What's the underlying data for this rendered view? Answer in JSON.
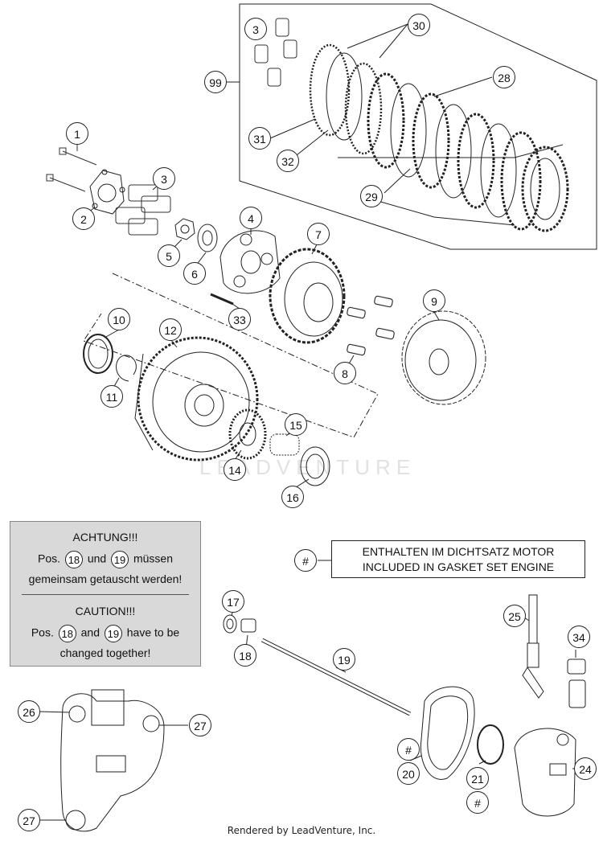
{
  "callouts": {
    "c1": "1",
    "c2": "2",
    "c3a": "3",
    "c3b": "3",
    "c4": "4",
    "c5": "5",
    "c6": "6",
    "c7": "7",
    "c8": "8",
    "c9": "9",
    "c10": "10",
    "c11": "11",
    "c12": "12",
    "c14": "14",
    "c15": "15",
    "c16": "16",
    "c17": "17",
    "c18": "18",
    "c19": "19",
    "c20": "20",
    "c21": "21",
    "c24": "24",
    "c25": "25",
    "c26": "26",
    "c27a": "27",
    "c27b": "27",
    "c28": "28",
    "c29": "29",
    "c30": "30",
    "c31": "31",
    "c32": "32",
    "c33": "33",
    "c34": "34",
    "c99": "99",
    "hash_box": "#",
    "hash_20": "#",
    "hash_21": "#"
  },
  "warning": {
    "title_de": "ACHTUNG!!!",
    "pos_de": "Pos.",
    "num_a": "18",
    "und": "und",
    "num_b": "19",
    "tail_de": "müssen",
    "line3_de": "gemeinsam getauscht werden!",
    "title_en": "CAUTION!!!",
    "pos_en": "Pos.",
    "and": "and",
    "tail_en": "have to be",
    "line3_en": "changed together!"
  },
  "gasket_note": {
    "line_de": "ENTHALTEN IM DICHTSATZ MOTOR",
    "line_en": "INCLUDED IN GASKET SET ENGINE"
  },
  "watermark": "LEADVENTURE",
  "footer": "Rendered by LeadVenture, Inc."
}
